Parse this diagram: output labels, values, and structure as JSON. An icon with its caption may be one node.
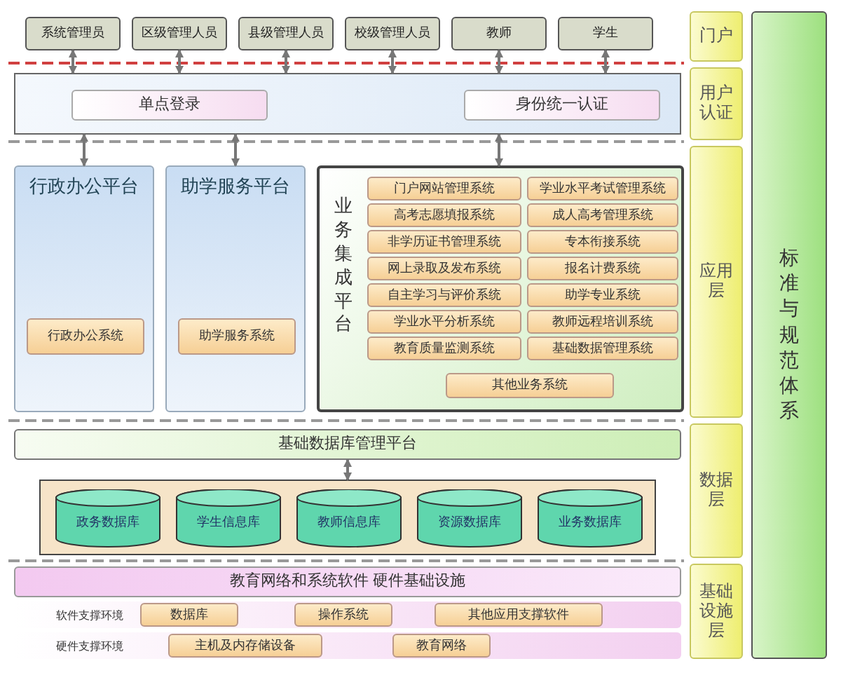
{
  "diagram": {
    "nodes": [
      {
        "text": [
          "门户"
        ]
      },
      {
        "text": [
          "系统管理员"
        ]
      },
      {
        "text": [
          "区级管理人员"
        ]
      },
      {
        "text": [
          "县级管理人员"
        ]
      },
      {
        "text": [
          "校级管理人员"
        ]
      },
      {
        "text": [
          "教师"
        ]
      },
      {
        "text": [
          "学生"
        ]
      },
      {
        "text": [
          "用户认证"
        ]
      },
      {
        "text": [],
        "shape": "box"
      },
      {
        "text": [
          "单点登录"
        ],
        "in": 8
      },
      {
        "text": [
          "身份统一认证"
        ],
        "in": 8
      },
      {
        "text": [
          "应用层"
        ]
      },
      {
        "text": [
          "行政办公平台"
        ]
      },
      {
        "text": [
          "行政办公系统"
        ],
        "in": 12
      },
      {
        "text": [
          "助学服务平台"
        ]
      },
      {
        "text": [
          "助学服务系统"
        ],
        "in": 14
      },
      {
        "text": [
          "业务集成平台"
        ]
      },
      {
        "text": [
          "门户网站管理系统"
        ],
        "in": 16
      },
      {
        "text": [
          "学业水平考试管理系统"
        ],
        "in": 16
      },
      {
        "text": [
          "高考志愿填报系统"
        ],
        "in": 16
      },
      {
        "text": [
          "成人高考管理系统"
        ],
        "in": 16
      },
      {
        "text": [
          "非学历证书管理系统"
        ],
        "in": 16
      },
      {
        "text": [
          "专本衔接系统"
        ],
        "in": 16
      },
      {
        "text": [
          "网上录取及发布系统"
        ],
        "in": 16
      },
      {
        "text": [
          "报名计费系统"
        ],
        "in": 16
      },
      {
        "text": [
          "自主学习与评价系统"
        ],
        "in": 16
      },
      {
        "text": [
          "助学专业系统"
        ],
        "in": 16
      },
      {
        "text": [
          "学业水平分析系统"
        ],
        "in": 16
      },
      {
        "text": [
          "教师远程培训系统"
        ],
        "in": 16
      },
      {
        "text": [
          "教育质量监测系统"
        ],
        "in": 16
      },
      {
        "text": [
          "基础数据管理系统"
        ],
        "in": 16
      },
      {
        "text": [
          "其他业务系统"
        ],
        "in": 16
      },
      {
        "text": [
          "数据层"
        ]
      },
      {
        "text": [
          "基础数据库管理平台"
        ]
      },
      {
        "text": [],
        "shape": "box"
      },
      {
        "text": [
          "政务数据库"
        ],
        "in": 34
      },
      {
        "text": [
          "学生信息库"
        ],
        "in": 34
      },
      {
        "text": [
          "教师信息库"
        ],
        "in": 34
      },
      {
        "text": [
          "资源数据库"
        ],
        "in": 34
      },
      {
        "text": [
          "业务数据库"
        ],
        "in": 34
      },
      {
        "text": [
          "基础设施层"
        ]
      },
      {
        "text": [
          "教育网络和系统软件 硬件基础设施"
        ]
      },
      {
        "text": [
          "软件支撑环境"
        ]
      },
      {
        "text": [
          "数据库"
        ],
        "in": 42
      },
      {
        "text": [
          "操作系统"
        ],
        "in": 42
      },
      {
        "text": [
          "其他应用支撑软件"
        ],
        "in": 42
      },
      {
        "text": [
          "硬件支撑环境"
        ]
      },
      {
        "text": [
          "主机及内存储设备"
        ],
        "in": 46
      },
      {
        "text": [
          "教育网络"
        ],
        "in": 46
      },
      {
        "text": [
          "标准与规范体系"
        ]
      }
    ],
    "edges": [
      {
        "from": 1,
        "to": 8,
        "arrow": "both"
      },
      {
        "from": 2,
        "to": 8,
        "arrow": "both"
      },
      {
        "from": 3,
        "to": 8,
        "arrow": "both"
      },
      {
        "from": 4,
        "to": 8,
        "arrow": "both"
      },
      {
        "from": 5,
        "to": 8,
        "arrow": "both"
      },
      {
        "from": 6,
        "to": 8,
        "arrow": "both"
      },
      {
        "from": 8,
        "to": 12,
        "arrow": "both"
      },
      {
        "from": 8,
        "to": 14,
        "arrow": "both"
      },
      {
        "from": 8,
        "to": 16,
        "arrow": "both"
      },
      {
        "from": 33,
        "to": 34,
        "arrow": "both"
      }
    ]
  }
}
